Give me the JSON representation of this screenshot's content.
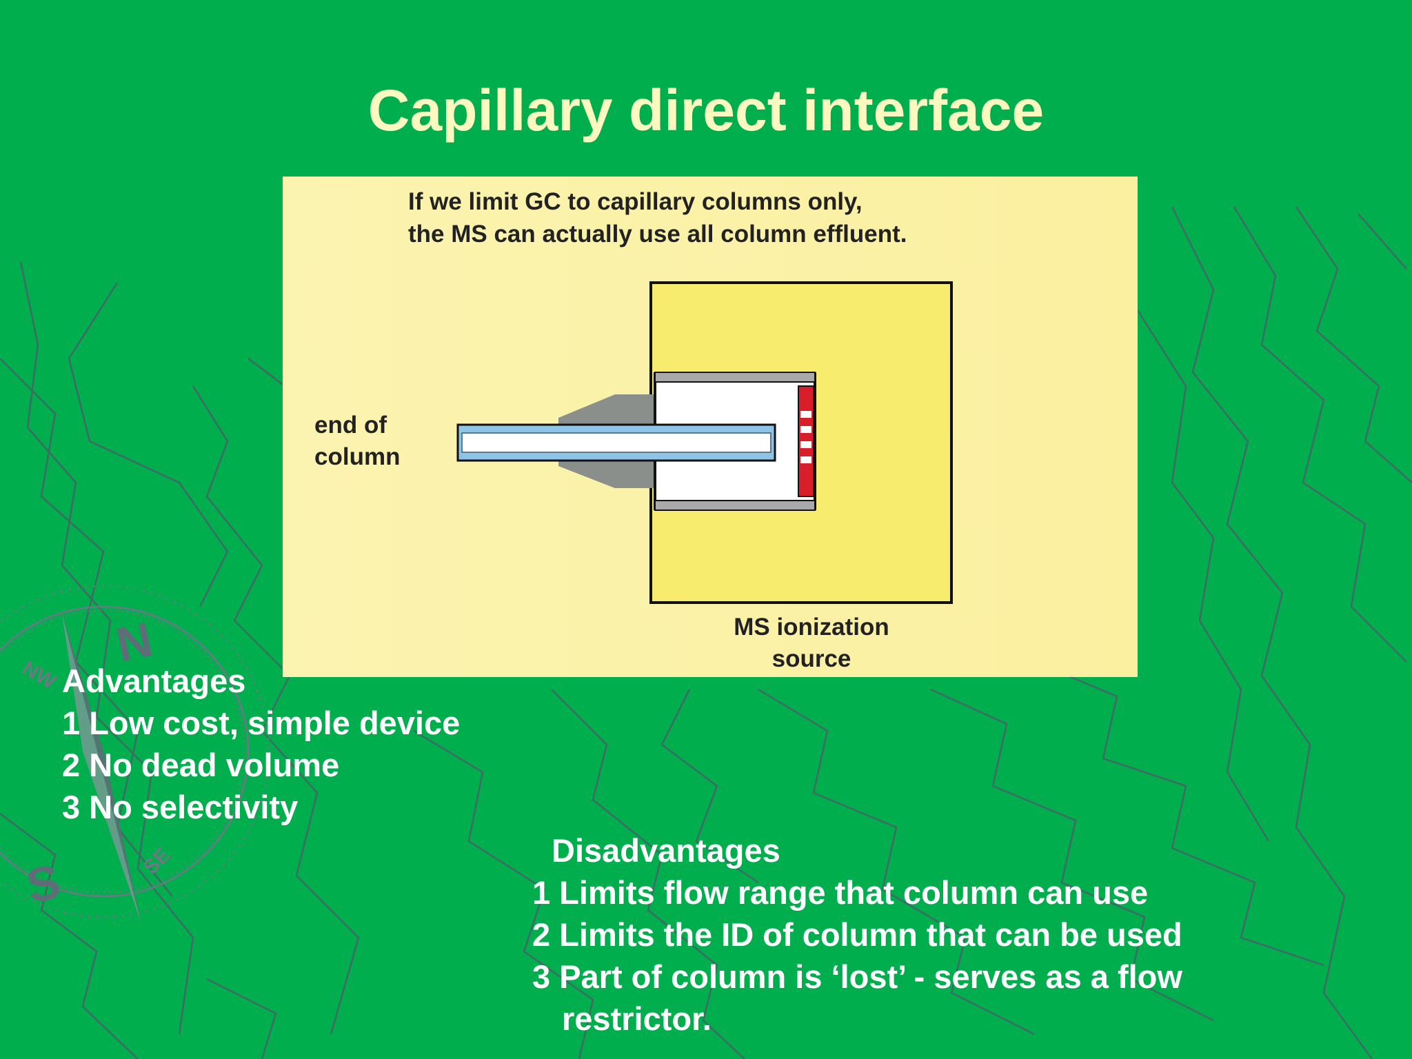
{
  "slide": {
    "title": "Capillary direct interface"
  },
  "figure": {
    "caption_line1": "If we limit GC to capillary columns only,",
    "caption_line2": "the MS can actually use all column effluent.",
    "label_column_line1": "end of",
    "label_column_line2": "column",
    "label_source_line1": "MS ionization",
    "label_source_line2": "source"
  },
  "advantages": {
    "heading": "Advantages",
    "items": [
      "1 Low cost, simple device",
      "2 No dead volume",
      "3 No selectivity"
    ]
  },
  "disadvantages": {
    "heading": "Disadvantages",
    "items": [
      "1 Limits flow range that column can use",
      "2 Limits the ID of column that can be used",
      "3 Part of column is ‘lost’ - serves as a flow"
    ],
    "continuation": "restrictor."
  },
  "background": {
    "compass_letters": [
      "N",
      "S",
      "NW",
      "SE"
    ]
  },
  "colors": {
    "slide_bg": "#00ae4d",
    "title": "#fbf8c0",
    "text": "#ffffff",
    "figure_bg": "#fbf3a4",
    "source_box": "#f7ec6e",
    "contour_line": "#4a5e66"
  }
}
